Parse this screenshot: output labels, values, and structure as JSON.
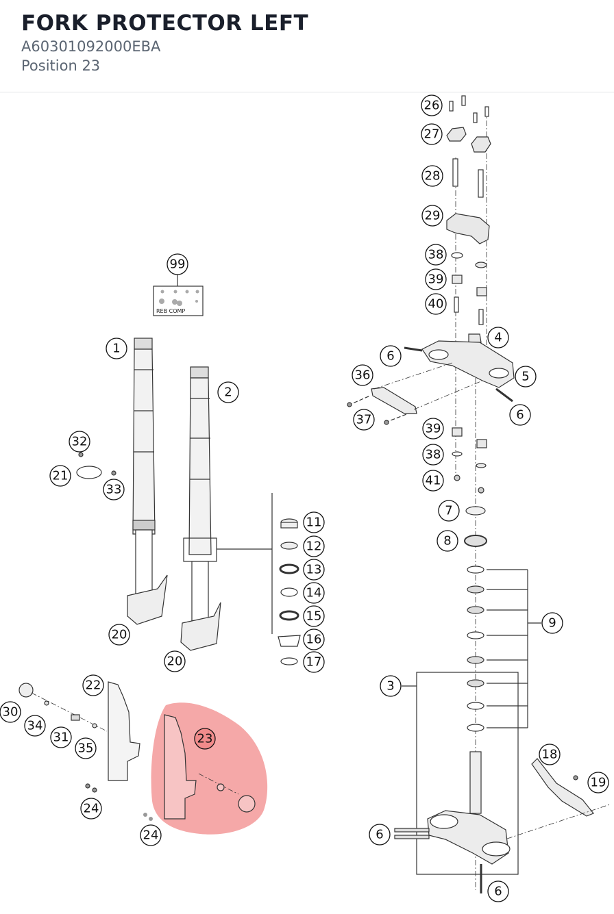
{
  "header": {
    "title": "FORK PROTECTOR LEFT",
    "part_number": "A60301092000EBA",
    "position": "Position 23"
  },
  "highlight": {
    "callout": "23",
    "color": "#f28b8b"
  },
  "callouts": [
    "26",
    "27",
    "28",
    "29",
    "38",
    "39",
    "40",
    "4",
    "6",
    "36",
    "5",
    "6",
    "37",
    "39",
    "38",
    "41",
    "7",
    "8",
    "9",
    "3",
    "18",
    "19",
    "6",
    "6",
    "99",
    "1",
    "2",
    "32",
    "21",
    "33",
    "11",
    "12",
    "13",
    "14",
    "15",
    "16",
    "17",
    "20",
    "20",
    "22",
    "30",
    "34",
    "31",
    "35",
    "23",
    "24",
    "24"
  ],
  "kit_label": "REB COMP"
}
